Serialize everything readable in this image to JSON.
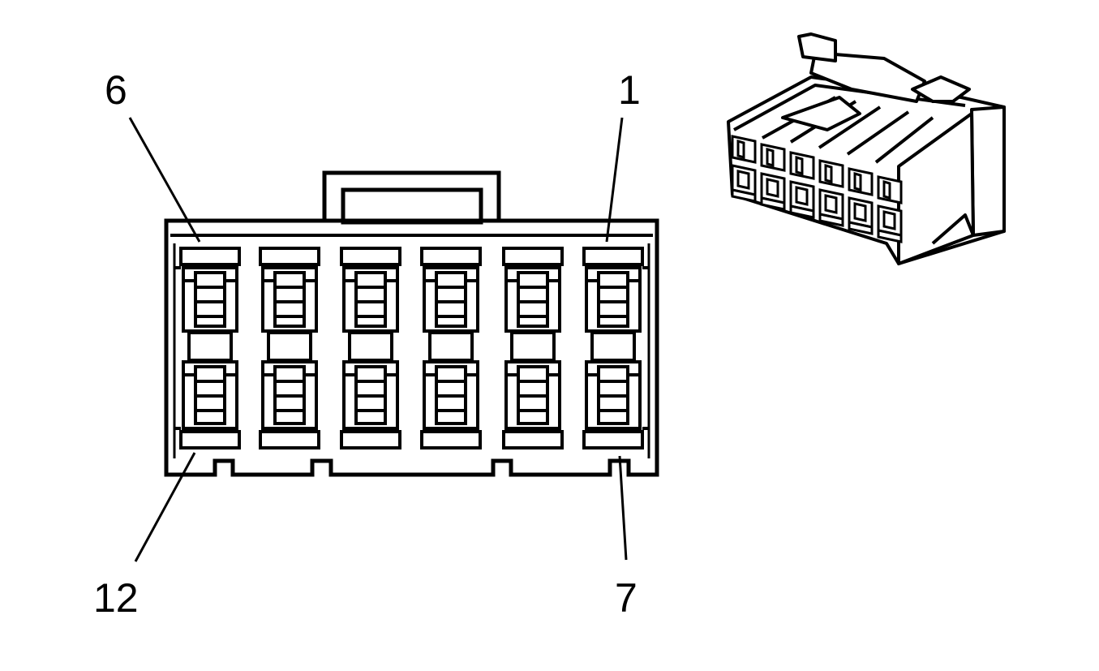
{
  "diagram": {
    "labels": {
      "pin_6": "6",
      "pin_1": "1",
      "pin_12": "12",
      "pin_7": "7"
    },
    "line_color": "#000000",
    "background": "#ffffff"
  }
}
